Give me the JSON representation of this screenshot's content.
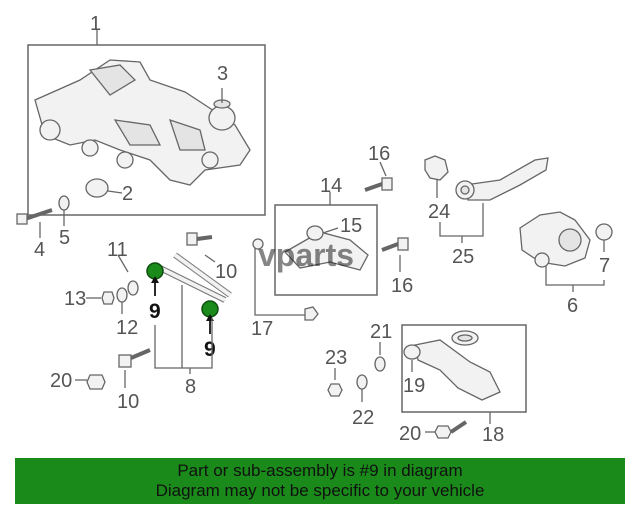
{
  "diagram": {
    "callouts": {
      "c1": "1",
      "c2": "2",
      "c3": "3",
      "c4": "4",
      "c5": "5",
      "c6": "6",
      "c7": "7",
      "c8": "8",
      "c9a": "9",
      "c9b": "9",
      "c10a": "10",
      "c10b": "10",
      "c11": "11",
      "c12": "12",
      "c13": "13",
      "c14": "14",
      "c15": "15",
      "c16a": "16",
      "c16b": "16",
      "c17": "17",
      "c18": "18",
      "c19": "19",
      "c20a": "20",
      "c20b": "20",
      "c21": "21",
      "c22": "22",
      "c23": "23",
      "c24": "24",
      "c25": "25"
    },
    "highlight_color": "#1a8a1a",
    "watermark": "vparts"
  },
  "banner": {
    "line1": "Part or sub-assembly is #9 in diagram",
    "line2": "Diagram may not be specific to your vehicle",
    "background": "#1a8a1a"
  }
}
